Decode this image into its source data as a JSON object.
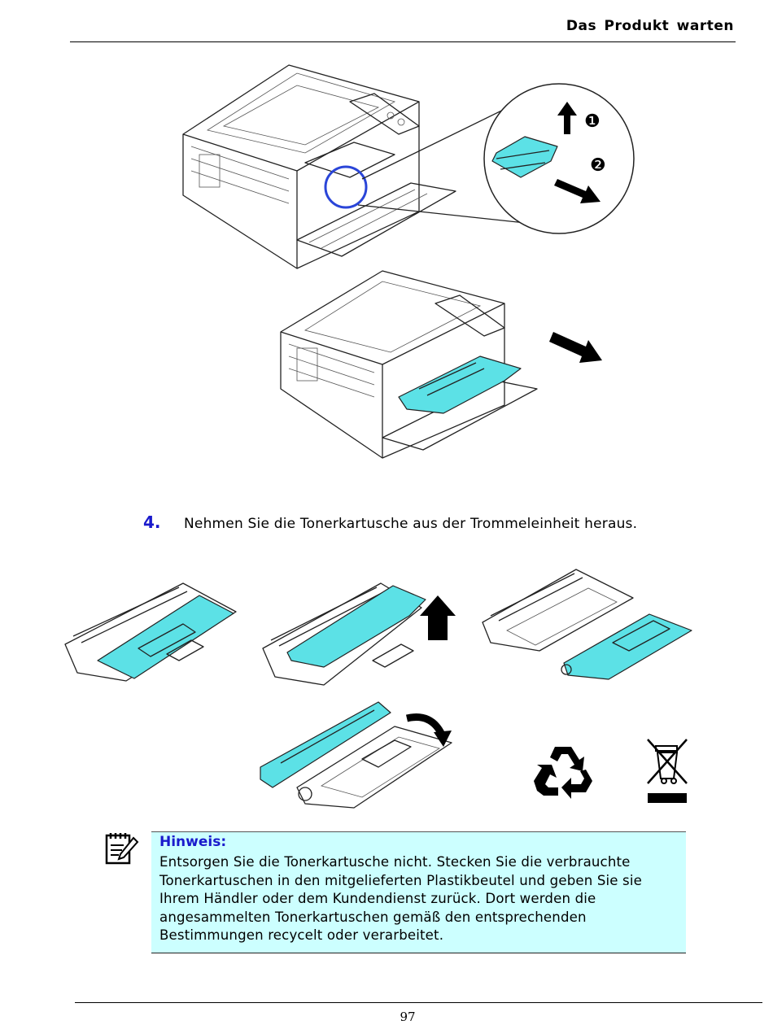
{
  "header": {
    "title": "Das Produkt warten"
  },
  "figures": {
    "callout_labels": [
      "❶",
      "❷"
    ]
  },
  "step": {
    "number": "4.",
    "text": "Nehmen Sie die Tonerkartusche aus der Trommeleinheit heraus."
  },
  "note": {
    "title": "Hinweis:",
    "lines": [
      "Entsorgen Sie die Tonerkartusche nicht. Stecken Sie die verbrauchte",
      "Tonerkartuschen in den mitgelieferten Plastikbeutel und geben Sie sie",
      "Ihrem Händler oder dem Kundendienst zurück. Dort werden die",
      "angesammelten Tonerkartuschen gemäß den entsprechenden",
      "Bestimmungen recycelt oder verarbeitet."
    ]
  },
  "footer": {
    "page_number": "97"
  },
  "colors": {
    "accent_blue": "#1a1acc",
    "note_bg": "#ccffff",
    "highlight_cyan": "#5ce1e6"
  },
  "icons": [
    "note-pencil-icon",
    "recycle-icon",
    "weee-bin-icon",
    "arrow-up-icon",
    "arrow-down-right-icon",
    "rotate-arrow-icon"
  ]
}
